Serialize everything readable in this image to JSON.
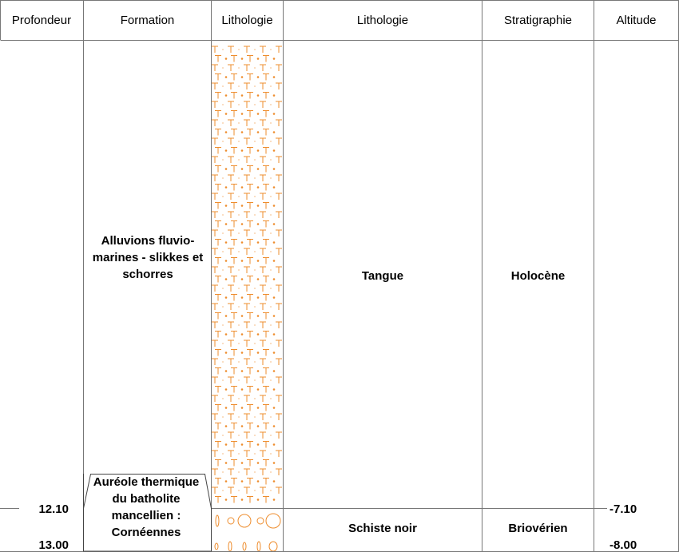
{
  "headers": {
    "depth": "Profondeur",
    "formation": "Formation",
    "lithology_pattern": "Lithologie",
    "lithology": "Lithologie",
    "stratigraphy": "Stratigraphie",
    "altitude": "Altitude"
  },
  "layers": [
    {
      "formation": "Alluvions fluvio-marines - slikkes et schorres",
      "lithology": "Tangue",
      "stratigraphy": "Holocène",
      "pattern": "tangue",
      "base_depth": "12.10",
      "base_altitude": "-7.10"
    },
    {
      "formation": "Auréole thermique du batholite mancellien : Cornéennes",
      "lithology": "Schiste noir",
      "stratigraphy": "Briovérien",
      "pattern": "schiste-noir",
      "base_depth": "13.00",
      "base_altitude": "-8.00"
    }
  ],
  "colors": {
    "pattern": "#ee8d2e",
    "grid": "#777777"
  }
}
